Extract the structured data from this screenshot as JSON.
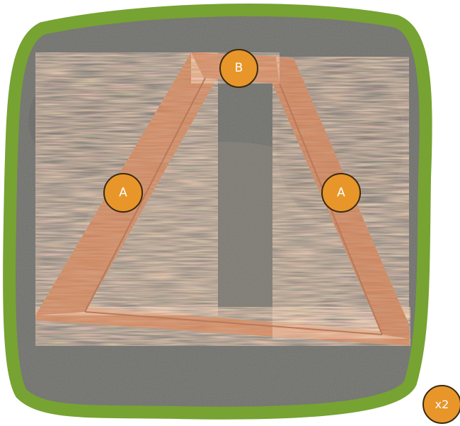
{
  "photo": {
    "subject": "trapezoid-wooden-frame",
    "frame_color": "#77A332",
    "badge_color": "#E8962A"
  },
  "labels": {
    "top_piece": "B",
    "left_side": "A",
    "right_side": "A",
    "quantity": "x2"
  }
}
